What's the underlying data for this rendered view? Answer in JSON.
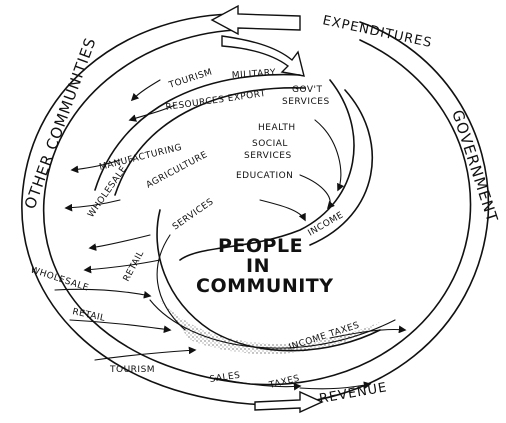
{
  "ring": {
    "other_communities": "OTHER COMMUNITIES",
    "government": "GOVERNMENT",
    "expenditures": "EXPENDITURES",
    "revenue": "REVENUE"
  },
  "center": {
    "line1": "PEOPLE",
    "line2": "IN",
    "line3": "COMMUNITY"
  },
  "government_expenditures": {
    "military": "MILITARY",
    "govt_services": "GOV'T",
    "govt_services_2": "SERVICES",
    "health": "HEALTH",
    "social": "SOCIAL",
    "social_2": "SERVICES",
    "education": "EDUCATION",
    "income": "INCOME"
  },
  "exports": {
    "tourism": "TOURISM",
    "resources_export": "RESOURCES EXPORT",
    "manufacturing": "MANUFACTURING",
    "agriculture": "AGRICULTURE",
    "services": "SERVICES",
    "wholesale": "WHOLESALE",
    "retail": "RETAIL"
  },
  "imports": {
    "wholesale": "WHOLESALE",
    "retail": "RETAIL",
    "tourism": "TOURISM"
  },
  "government_revenue": {
    "income_taxes": "INCOME TAXES",
    "sales": "SALES",
    "taxes": "TAXES"
  }
}
